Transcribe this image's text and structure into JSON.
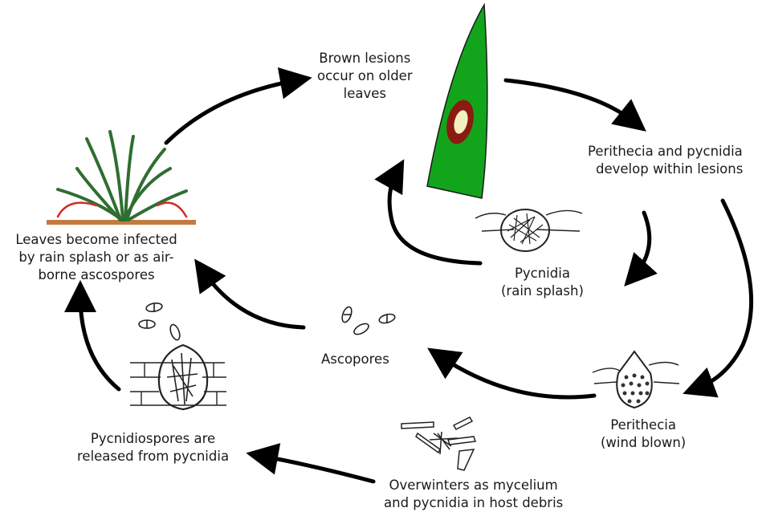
{
  "labels": {
    "brown_lesions": [
      "Brown lesions",
      "occur on older",
      "leaves"
    ],
    "perithecia_pycnidia": [
      "Perithecia and pycnidia",
      "develop within lesions"
    ],
    "pycnidia": [
      "Pycnidia",
      "(rain splash)"
    ],
    "leaves_infected": [
      "Leaves become infected",
      "by rain splash or as air-",
      "borne ascospores"
    ],
    "ascospores": [
      "Ascopores"
    ],
    "perithecia": [
      "Perithecia",
      "(wind blown)"
    ],
    "pycnidiospores": [
      "Pycnidiospores are",
      "released from pycnidia"
    ],
    "overwinters": [
      "Overwinters as mycelium",
      "and pycnidia in host debris"
    ]
  },
  "colors": {
    "leaf": "#12a51c",
    "lesion": "#8b1a12",
    "lesion_center": "#f4efc0",
    "ground": "#c47a3f",
    "splash_arrow": "#d32a2a",
    "grass": "#2f6e31",
    "arrow": "#000000"
  }
}
